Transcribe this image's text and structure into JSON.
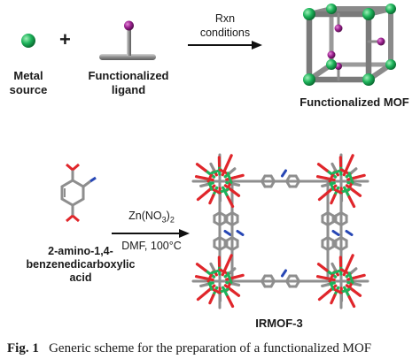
{
  "top": {
    "metal_label_1": "Metal",
    "metal_label_2": "source",
    "plus": "+",
    "ligand_label_1": "Functionalized",
    "ligand_label_2": "ligand",
    "conditions_1": "Rxn",
    "conditions_2": "conditions",
    "product_label": "Functionalized MOF"
  },
  "bottom": {
    "reagent": "Zn(NO",
    "reagent_sub": "3",
    "reagent_close": ")",
    "reagent_close_sub": "2",
    "solvent": "DMF, 100°C",
    "ligand_name_1": "2-amino-1,4-",
    "ligand_name_2": "benzenedicarboxylic",
    "ligand_name_3": "acid",
    "product_label": "IRMOF-3"
  },
  "caption": {
    "fig": "Fig. 1",
    "text": "Generic scheme for the preparation of a functionalized MOF"
  },
  "colors": {
    "metal": "#1db35a",
    "functional_group": "#9b1f8f",
    "linker": "#8e8e8e",
    "oxygen": "#e0262b",
    "nitrogen": "#2747b5"
  }
}
